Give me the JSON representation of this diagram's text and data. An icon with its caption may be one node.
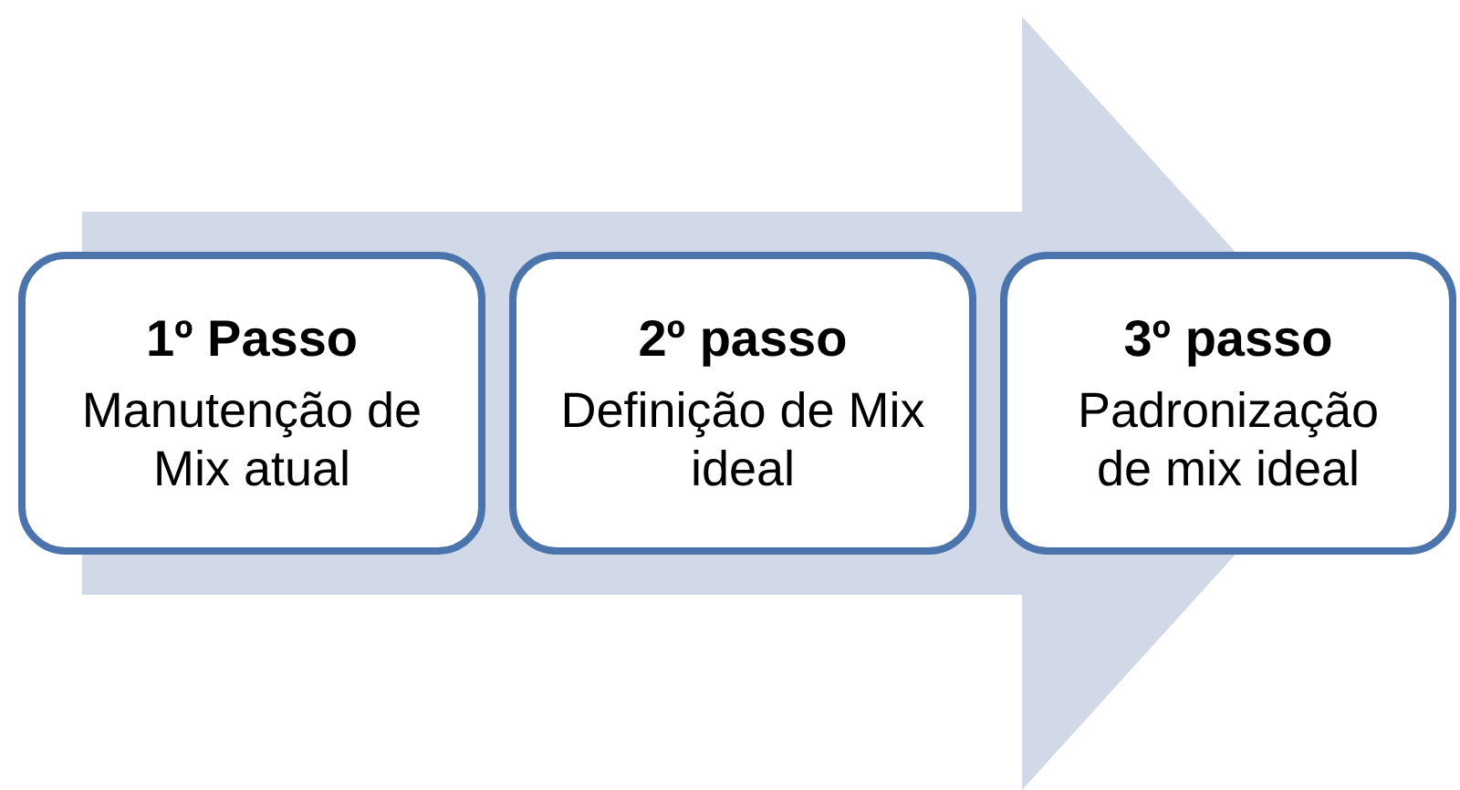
{
  "diagram": {
    "nodes": [
      {
        "text": [
          "1º Passo",
          "Manutenção de Mix atual"
        ]
      },
      {
        "text": [
          "2º passo",
          "Definição de Mix ideal"
        ]
      },
      {
        "text": [
          "3º passo",
          "Padronização de mix ideal"
        ]
      }
    ],
    "edges": [
      {
        "from": 0,
        "to": 2,
        "arrow": "to",
        "style": "thick"
      }
    ]
  }
}
